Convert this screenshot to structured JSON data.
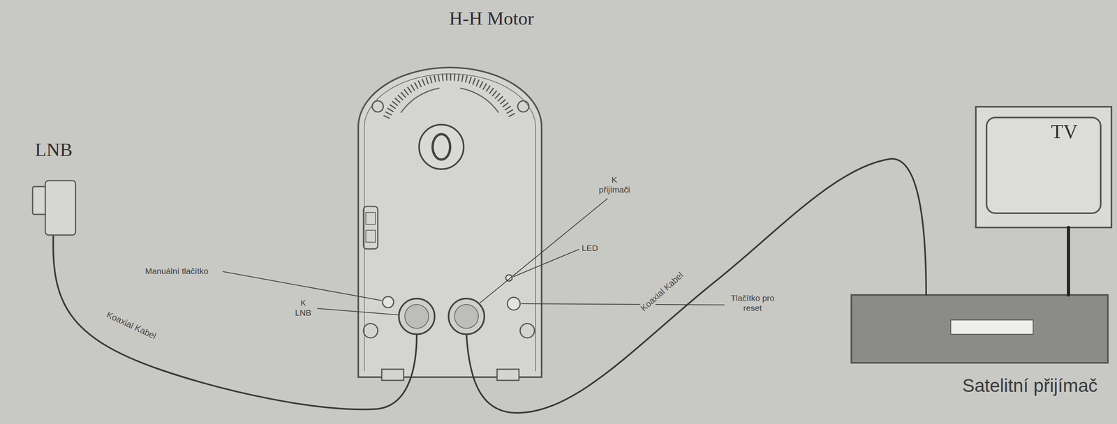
{
  "diagram": {
    "nodes": [
      {
        "text": [
          "LNB"
        ]
      },
      {
        "text": [
          "H-H Motor"
        ]
      },
      {
        "text": [
          "TV"
        ]
      },
      {
        "text": [
          "Satelitní přijímač"
        ]
      }
    ],
    "edges": [
      {
        "from": 0,
        "to": 1,
        "arrow": "none",
        "label": "Koaxial Kabel"
      },
      {
        "from": 1,
        "to": 3,
        "arrow": "none",
        "label": "Koaxial Kabel"
      },
      {
        "from": 2,
        "to": 3,
        "arrow": "none"
      }
    ],
    "labels": [
      "Manuální tlačítko",
      "K LNB",
      "K přijímači",
      "LED",
      "Tlačítko pro reset"
    ]
  }
}
